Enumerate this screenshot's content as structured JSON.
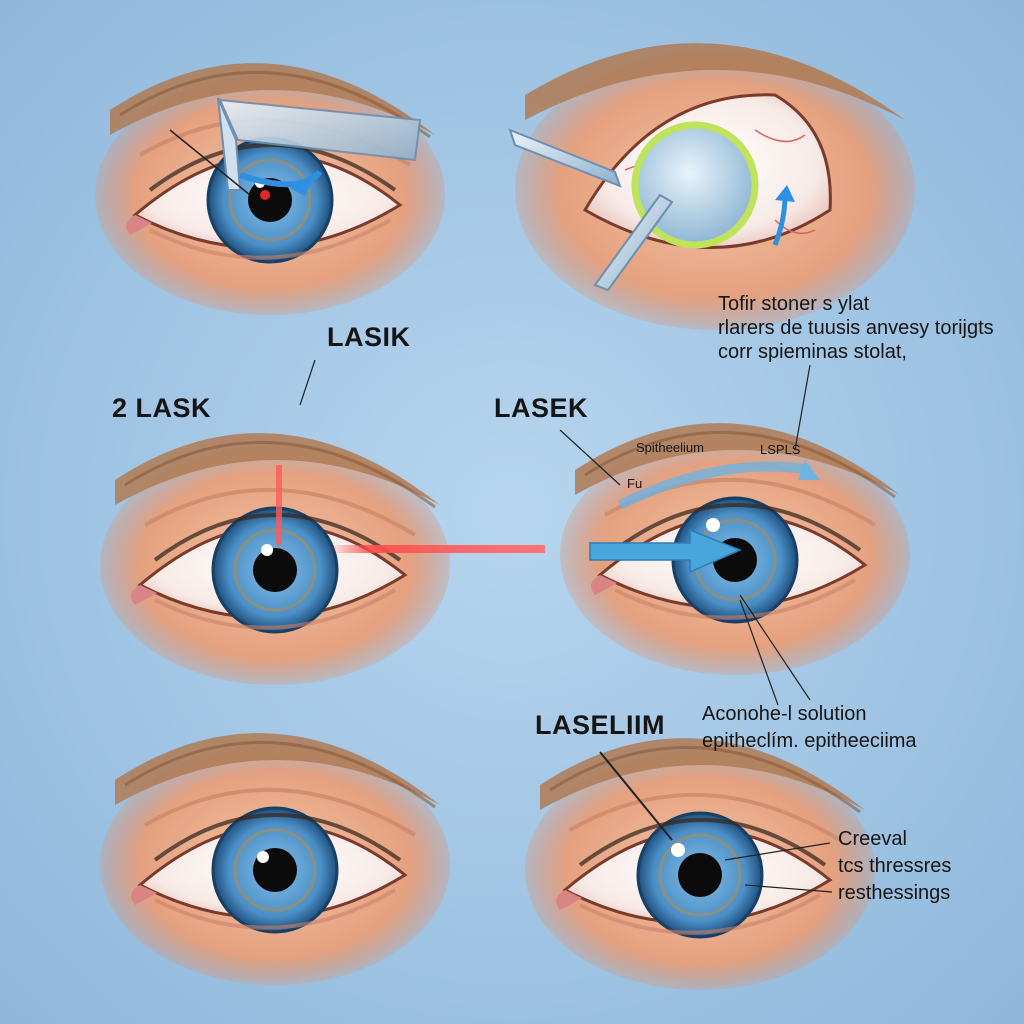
{
  "labels": {
    "lasik": "LASIK",
    "lask_2": "2 LASK",
    "lasek": "LASEK",
    "laseliim": "LASELIIM",
    "top_note": [
      "Tofir stoner s ylat",
      "rlarers de tuusis anvesy torijgts",
      "corr spieminas stolat,"
    ],
    "epithelium": "Spitheelium",
    "lsps": "LSPLS",
    "fu": "Fu",
    "solution": [
      "Aconohe-l solution",
      "epitheclím. epitheeciima"
    ],
    "creeval": [
      "Creeval",
      "tcs thressres",
      "resthessings"
    ]
  },
  "colors": {
    "background": "#9fc3e3",
    "skin": "#e9a888",
    "iris": "#4f92c9",
    "laser": "#ff5050",
    "arrow": "#4aa5dd",
    "flap_ring": "#bfe35a"
  }
}
